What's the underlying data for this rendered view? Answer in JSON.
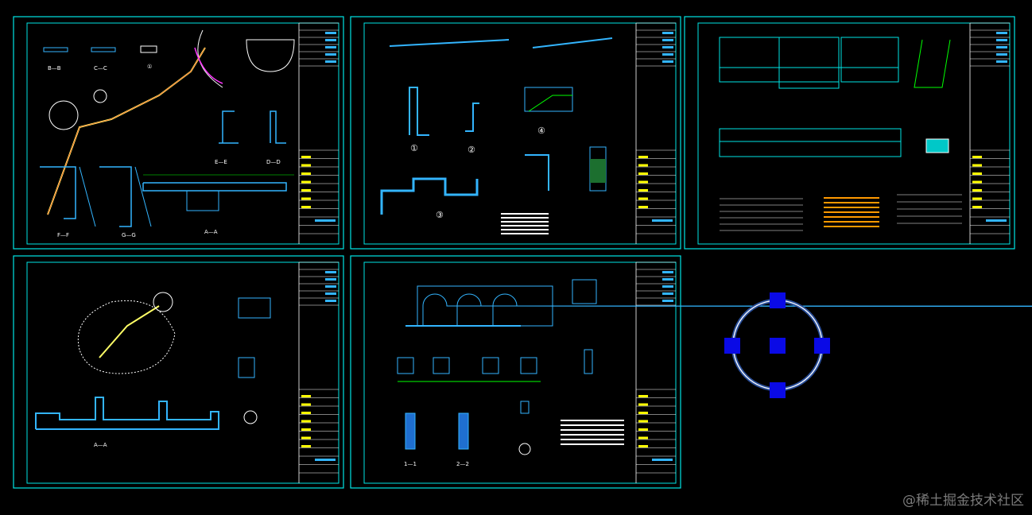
{
  "viewport": {
    "background": "#000000",
    "frame_color": "#00e5e5",
    "line_colors": {
      "structure": "#33b5ff",
      "dimension": "#00ff00",
      "text": "#ffffff",
      "axis": "#ff2020",
      "highlight": "#ffff66",
      "arc": "#ff33ff"
    }
  },
  "sheets": [
    {
      "labels": [
        "B—B",
        "C—C",
        "①",
        "E—E",
        "D—D",
        "F—F",
        "G—G",
        "A—A"
      ]
    },
    {
      "labels": [
        "①",
        "②",
        "③",
        "④"
      ]
    },
    {
      "labels": []
    },
    {
      "labels": [
        "A—A"
      ]
    },
    {
      "labels": [
        "1—1",
        "2—2"
      ]
    }
  ],
  "selected_entity": {
    "type": "circle",
    "grip_color": "#0000e6",
    "grip_count": 5
  },
  "watermark": "@稀土掘金技术社区"
}
